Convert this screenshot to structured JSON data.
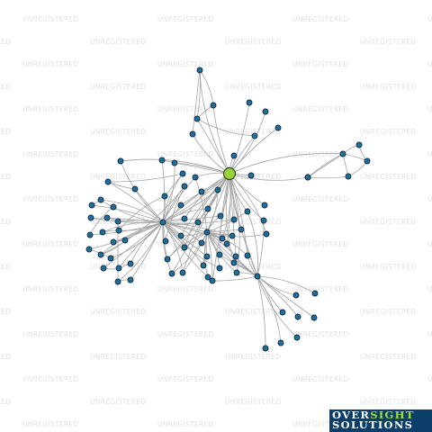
{
  "watermark": {
    "text": "UNREGISTERED"
  },
  "logo": {
    "line1_part1": "OVER",
    "line1_part2": "SIGHT",
    "line2": "SOLUTIONS"
  },
  "colors": {
    "node": "#1f6f9e",
    "focus_node": "#9ad23c",
    "edge": "#a4a4a4",
    "logo_bg": "#0b3f6a",
    "logo_accent": "#a6dd3a"
  },
  "network": {
    "focus_node": "n0",
    "nodes": [
      "n0",
      "h1",
      "h2",
      "h3",
      "c1",
      "c2",
      "c3",
      "c4",
      "c5",
      "c6",
      "c7",
      "c8",
      "c9",
      "c10",
      "c11",
      "c12",
      "c13",
      "c14",
      "c15",
      "c16",
      "c17",
      "c18",
      "c19",
      "c20",
      "c21",
      "c22",
      "c23",
      "c24",
      "c25",
      "c26",
      "c27",
      "c28",
      "c29",
      "c30",
      "c31",
      "c32",
      "c33",
      "c34",
      "c35",
      "c36",
      "c37",
      "c38",
      "c39",
      "c40",
      "c41",
      "c42",
      "c43",
      "c44",
      "c45",
      "c46",
      "c47",
      "c48",
      "c49",
      "c50",
      "c51",
      "c52",
      "c53",
      "c54",
      "c55",
      "c56",
      "c57",
      "c58",
      "c59",
      "c60",
      "c61",
      "c62",
      "c63",
      "c64",
      "c65",
      "c66",
      "c67",
      "c68",
      "c69",
      "c70",
      "c71",
      "c72",
      "c73",
      "c74",
      "c75",
      "c76",
      "c77",
      "c78",
      "c79",
      "c80",
      "c81",
      "c82",
      "c83",
      "c84",
      "c85"
    ],
    "edges": [
      [
        "n0",
        "c1"
      ],
      [
        "n0",
        "c2"
      ],
      [
        "n0",
        "c3"
      ],
      [
        "n0",
        "c4"
      ],
      [
        "n0",
        "c5"
      ],
      [
        "n0",
        "c6"
      ],
      [
        "n0",
        "c7"
      ],
      [
        "n0",
        "c8"
      ],
      [
        "n0",
        "c9"
      ],
      [
        "n0",
        "c10"
      ],
      [
        "n0",
        "c11"
      ],
      [
        "n0",
        "c12"
      ],
      [
        "n0",
        "c13"
      ],
      [
        "n0",
        "c14"
      ],
      [
        "n0",
        "c15"
      ],
      [
        "n0",
        "c16"
      ],
      [
        "n0",
        "h1"
      ],
      [
        "n0",
        "h2"
      ],
      [
        "n0",
        "h3"
      ],
      [
        "n0",
        "c46"
      ],
      [
        "n0",
        "c47"
      ],
      [
        "n0",
        "c48"
      ],
      [
        "n0",
        "c49"
      ],
      [
        "n0",
        "c50"
      ],
      [
        "n0",
        "c51"
      ],
      [
        "n0",
        "c52"
      ],
      [
        "n0",
        "c53"
      ],
      [
        "n0",
        "c54"
      ],
      [
        "n0",
        "c55"
      ],
      [
        "n0",
        "c56"
      ],
      [
        "n0",
        "c57"
      ],
      [
        "n0",
        "c58"
      ],
      [
        "n0",
        "c59"
      ],
      [
        "n0",
        "c60"
      ],
      [
        "n0",
        "c67"
      ],
      [
        "n0",
        "c68"
      ],
      [
        "n0",
        "c69"
      ],
      [
        "n0",
        "c70"
      ],
      [
        "n0",
        "c71"
      ],
      [
        "n0",
        "c72"
      ],
      [
        "n0",
        "c73"
      ],
      [
        "n0",
        "c74"
      ],
      [
        "n0",
        "c75"
      ],
      [
        "n0",
        "c76"
      ],
      [
        "n0",
        "c77"
      ],
      [
        "c1",
        "c2"
      ],
      [
        "c1",
        "c3"
      ],
      [
        "c1",
        "c6"
      ],
      [
        "c2",
        "c3"
      ],
      [
        "c3",
        "c7"
      ],
      [
        "c16",
        "c17"
      ],
      [
        "c16",
        "c18"
      ],
      [
        "c16",
        "c19"
      ],
      [
        "c16",
        "c20"
      ],
      [
        "c17",
        "c18"
      ],
      [
        "c18",
        "c19"
      ],
      [
        "c19",
        "c20"
      ],
      [
        "c20",
        "c16"
      ],
      [
        "h1",
        "c21"
      ],
      [
        "h1",
        "c22"
      ],
      [
        "h1",
        "c23"
      ],
      [
        "h1",
        "c24"
      ],
      [
        "h1",
        "c25"
      ],
      [
        "h1",
        "c26"
      ],
      [
        "h1",
        "c27"
      ],
      [
        "h1",
        "c28"
      ],
      [
        "h1",
        "c29"
      ],
      [
        "h1",
        "c30"
      ],
      [
        "h1",
        "c31"
      ],
      [
        "h1",
        "c32"
      ],
      [
        "h1",
        "c33"
      ],
      [
        "h1",
        "c34"
      ],
      [
        "h1",
        "c35"
      ],
      [
        "h1",
        "c36"
      ],
      [
        "h1",
        "c37"
      ],
      [
        "h1",
        "c38"
      ],
      [
        "h1",
        "c39"
      ],
      [
        "h1",
        "c40"
      ],
      [
        "h1",
        "c41"
      ],
      [
        "h1",
        "c42"
      ],
      [
        "h1",
        "c43"
      ],
      [
        "h1",
        "c44"
      ],
      [
        "h1",
        "c45"
      ],
      [
        "h1",
        "c8"
      ],
      [
        "h1",
        "c9"
      ],
      [
        "h1",
        "c10"
      ],
      [
        "h1",
        "c46"
      ],
      [
        "h1",
        "c47"
      ],
      [
        "h1",
        "c48"
      ],
      [
        "h1",
        "c49"
      ],
      [
        "h1",
        "c50"
      ],
      [
        "h1",
        "c51"
      ],
      [
        "h1",
        "c52"
      ],
      [
        "h1",
        "c53"
      ],
      [
        "h1",
        "c54"
      ],
      [
        "h1",
        "c55"
      ],
      [
        "h1",
        "c56"
      ],
      [
        "h1",
        "c57"
      ],
      [
        "h1",
        "c58"
      ],
      [
        "h1",
        "c59"
      ],
      [
        "h1",
        "c60"
      ],
      [
        "h1",
        "c61"
      ],
      [
        "h1",
        "c62"
      ],
      [
        "h1",
        "c63"
      ],
      [
        "h1",
        "c64"
      ],
      [
        "h1",
        "c65"
      ],
      [
        "h1",
        "c66"
      ],
      [
        "h1",
        "h2"
      ],
      [
        "h2",
        "c46"
      ],
      [
        "h2",
        "c48"
      ],
      [
        "h2",
        "c52"
      ],
      [
        "h2",
        "c55"
      ],
      [
        "h2",
        "c56"
      ],
      [
        "h2",
        "c57"
      ],
      [
        "h2",
        "c58"
      ],
      [
        "h2",
        "c59"
      ],
      [
        "h2",
        "c60"
      ],
      [
        "h2",
        "c61"
      ],
      [
        "h2",
        "c62"
      ],
      [
        "h2",
        "c63"
      ],
      [
        "h2",
        "c64"
      ],
      [
        "h2",
        "c65"
      ],
      [
        "h2",
        "c66"
      ],
      [
        "h2",
        "c67"
      ],
      [
        "h2",
        "c68"
      ],
      [
        "h2",
        "c69"
      ],
      [
        "h2",
        "c70"
      ],
      [
        "h2",
        "c71"
      ],
      [
        "h2",
        "c72"
      ],
      [
        "h2",
        "c73"
      ],
      [
        "h2",
        "c74"
      ],
      [
        "h2",
        "c75"
      ],
      [
        "h2",
        "c76"
      ],
      [
        "h2",
        "h3"
      ],
      [
        "h3",
        "c67"
      ],
      [
        "h3",
        "c69"
      ],
      [
        "h3",
        "c70"
      ],
      [
        "h3",
        "c71"
      ],
      [
        "h3",
        "c72"
      ],
      [
        "h3",
        "c73"
      ],
      [
        "h3",
        "c74"
      ],
      [
        "h3",
        "c75"
      ],
      [
        "h3",
        "c76"
      ],
      [
        "h3",
        "c77"
      ],
      [
        "h3",
        "c78"
      ],
      [
        "h3",
        "c79"
      ],
      [
        "h3",
        "c80"
      ],
      [
        "h3",
        "c81"
      ],
      [
        "h3",
        "c82"
      ],
      [
        "h3",
        "c83"
      ],
      [
        "h3",
        "c84"
      ],
      [
        "h3",
        "c85"
      ],
      [
        "c21",
        "c22"
      ],
      [
        "c22",
        "c23"
      ],
      [
        "c24",
        "c25"
      ],
      [
        "c25",
        "c26"
      ],
      [
        "c27",
        "c28"
      ],
      [
        "c30",
        "c31"
      ],
      [
        "c33",
        "c34"
      ],
      [
        "c35",
        "c36"
      ],
      [
        "c38",
        "c39"
      ],
      [
        "c40",
        "c41"
      ],
      [
        "c42",
        "c43"
      ],
      [
        "c44",
        "c45"
      ],
      [
        "c23",
        "c29"
      ],
      [
        "c31",
        "c32"
      ],
      [
        "c36",
        "c37"
      ],
      [
        "c26",
        "c38"
      ],
      [
        "c41",
        "c43"
      ],
      [
        "c32",
        "c44"
      ],
      [
        "c28",
        "c42"
      ]
    ]
  }
}
